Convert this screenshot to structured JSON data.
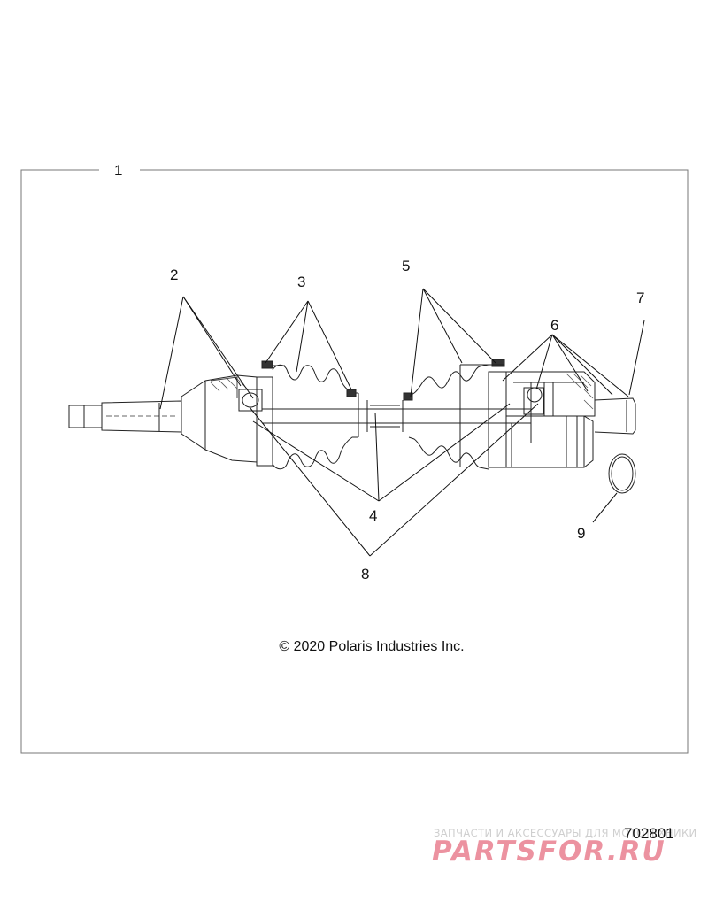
{
  "callouts": {
    "c1": "1",
    "c2": "2",
    "c3": "3",
    "c4": "4",
    "c5": "5",
    "c6": "6",
    "c7": "7",
    "c8": "8",
    "c9": "9"
  },
  "copyright": "© 2020 Polaris Industries Inc.",
  "drawing_number": "702801",
  "watermark": {
    "tagline": "ЗАПЧАСТИ И АКСЕССУАРЫ ДЛЯ МОТОТЕХНИКИ",
    "logo": "PARTSFOR.RU"
  }
}
